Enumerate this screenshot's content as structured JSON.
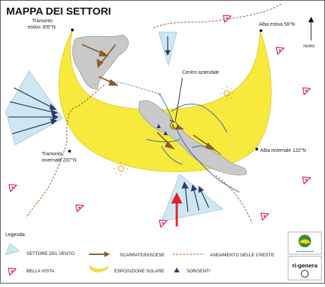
{
  "title": "MAPPA DEI SETTORI",
  "map_labels": {
    "sunset_summer": [
      "Tramonto",
      "estivo 305°N"
    ],
    "sunset_winter": [
      "Tramonto",
      "invernale 237°N"
    ],
    "dawn_summer": "Alba estiva 56°N",
    "dawn_winter": "Alba invernale 122°N",
    "centre": "Centro aziendale",
    "north": "NORD"
  },
  "legend": {
    "heading": "Legenda:",
    "wind_sector": "SETTORE DEL VENTO",
    "slopes": "SCARPATE/DISCESE",
    "ridges": "ANDAMENTO DELLE CRESTE",
    "nice_view": "BELLA VISTA",
    "sun_exposure": "ESPOSIZIONE SOLARE",
    "springs": "SORGENTI"
  },
  "logos": {
    "top": "Armonia Animali",
    "bottom": "ri-genera"
  },
  "colors": {
    "sun_yellow": "#f7ea3c",
    "wind_blue": "#cfe7f2",
    "wind_arrow": "#2e3b6b",
    "slope_brown": "#8b5a2b",
    "ridge_brown": "#a0521e",
    "view_pink": "#d8237a",
    "river_blue": "#2b6aa8",
    "land_grey": "#c9c9c9",
    "north_red": "#e0212a"
  }
}
